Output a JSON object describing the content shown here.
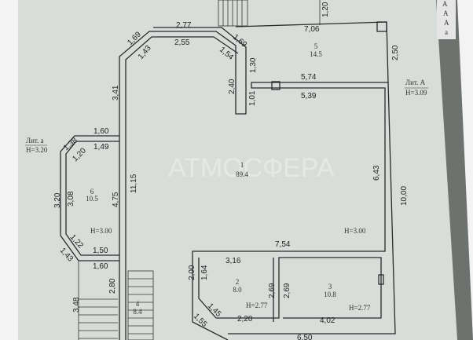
{
  "plan": {
    "watermark": "АТМОСФЕРА",
    "legend_tabs": [
      "А",
      "А",
      "А",
      "а"
    ],
    "lit_main": {
      "name": "Лит. А",
      "height": "H=3.09"
    },
    "lit_annex": {
      "name": "Лит. а",
      "height": "H=3.20"
    },
    "rooms": [
      {
        "number": "1",
        "area": "89.4",
        "height": "H=3.00"
      },
      {
        "number": "2",
        "area": "8.0",
        "height": "H=2.77"
      },
      {
        "number": "3",
        "area": "10.8",
        "height": "H=2.77"
      },
      {
        "number": "4",
        "area": "8.4"
      },
      {
        "number": "5",
        "area": "14.5"
      },
      {
        "number": "6",
        "area": "10.5",
        "height": "H=3.00"
      }
    ],
    "dimensions": {
      "d277": "2,77",
      "d255": "2,55",
      "d169a": "1,69",
      "d143a": "1,43",
      "d169b": "1,69",
      "d154": "1,54",
      "d130": "1,30",
      "d240": "2,40",
      "d101": "1,01",
      "d706": "7,06",
      "d250": "2,50",
      "d120": "1,20",
      "d574": "5,74",
      "d539": "5,39",
      "d341": "3,41",
      "d160a": "1,60",
      "d149": "1,49",
      "d138": "1,38",
      "d120b": "1,20",
      "d320": "3,20",
      "d308": "3,08",
      "d475": "4,75",
      "d1115": "11,15",
      "d643": "6,43",
      "d1000": "10,00",
      "d122": "1,22",
      "d143b": "1,43",
      "d150": "1,50",
      "d160b": "1,60",
      "d280": "2,80",
      "d348": "3,48",
      "d754": "7,54",
      "d316": "3,16",
      "d200": "2,00",
      "d164": "1,64",
      "d269a": "2,69",
      "d269b": "2,69",
      "d145": "1,45",
      "d155": "1,55",
      "d220": "2,20",
      "d402": "4,02",
      "d650": "6,50"
    }
  }
}
